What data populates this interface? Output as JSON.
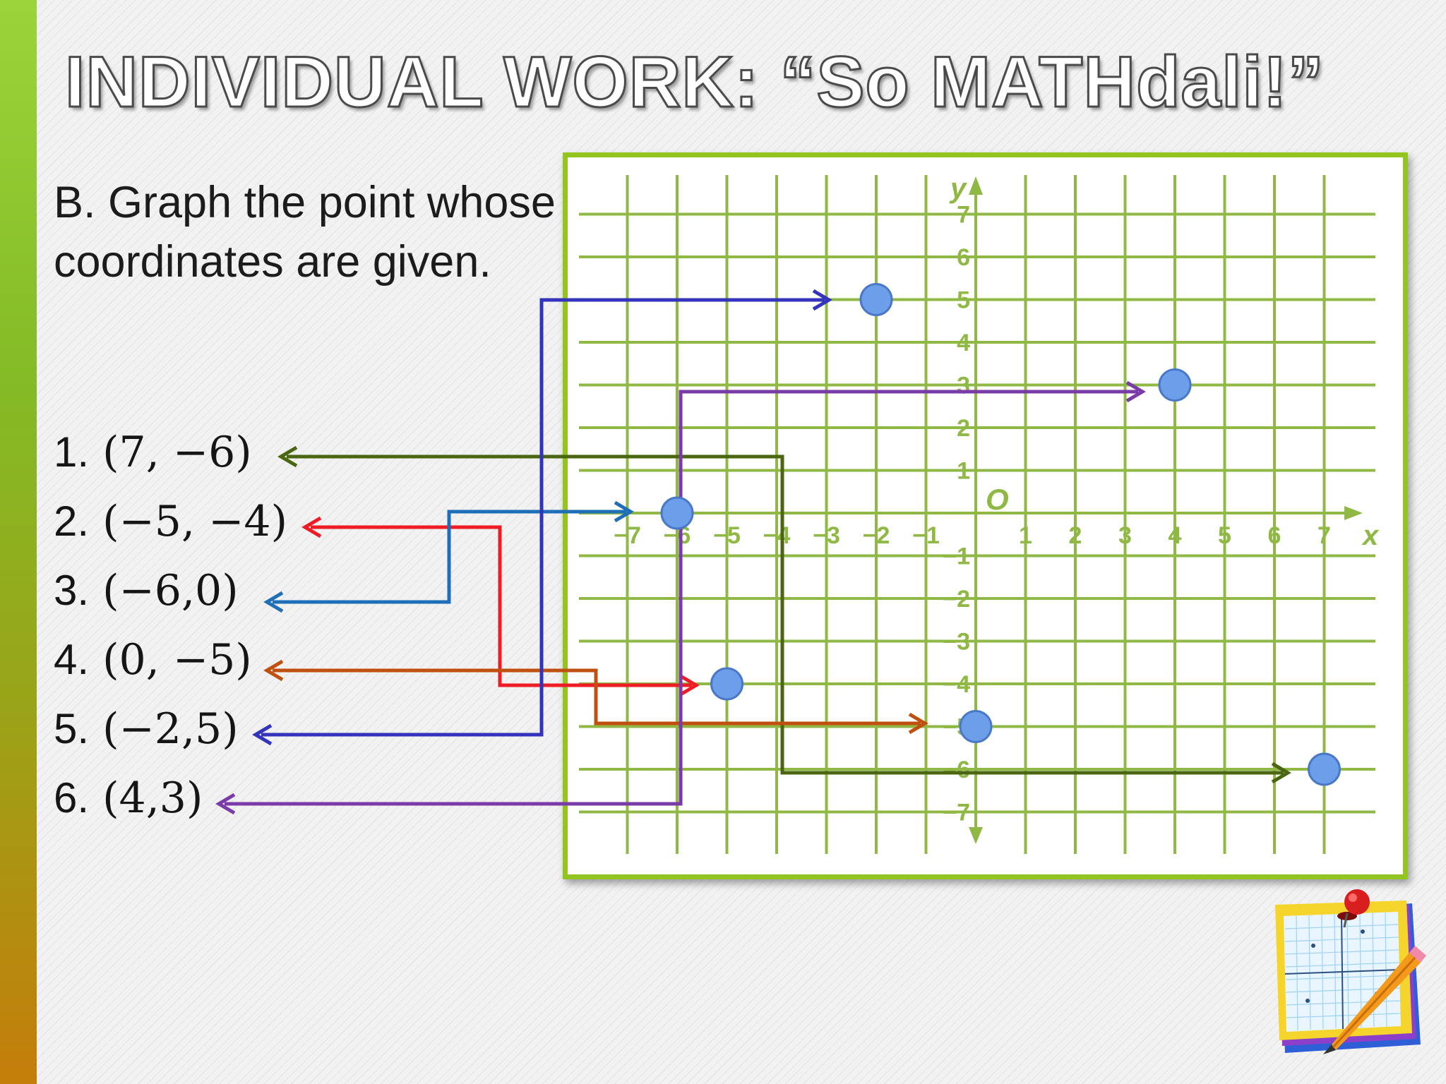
{
  "title": "INDIVIDUAL WORK: “So MATHdali!”",
  "instruction": "B. Graph the point whose coordinates are given.",
  "items": [
    {
      "number": "1.",
      "coords": "(7, −6)",
      "x": 7,
      "y": -6,
      "color": "#4a6611"
    },
    {
      "number": "2.",
      "coords": "(−5, −4)",
      "x": -5,
      "y": -4,
      "color": "#ee1c24"
    },
    {
      "number": "3.",
      "coords": "(−6,0)",
      "x": -6,
      "y": 0,
      "color": "#1f6fb8"
    },
    {
      "number": "4.",
      "coords": "(0, −5)",
      "x": 0,
      "y": -5,
      "color": "#c0500f"
    },
    {
      "number": "5.",
      "coords": "(−2,5)",
      "x": -2,
      "y": 5,
      "color": "#3333bb"
    },
    {
      "number": "6.",
      "coords": "(4,3)",
      "x": 4,
      "y": 3,
      "color": "#7a3aa8"
    }
  ],
  "graph": {
    "x_axis_label": "x",
    "y_axis_label": "y",
    "origin_label": "O",
    "x_ticks": [
      "−7",
      "−6",
      "−5",
      "−4",
      "−3",
      "−2",
      "−1",
      "1",
      "2",
      "3",
      "4",
      "5",
      "6",
      "7"
    ],
    "y_ticks": [
      "7",
      "6",
      "5",
      "4",
      "3",
      "2",
      "1",
      "−1",
      "−2",
      "−3",
      "−4",
      "−5",
      "−6",
      "−7"
    ],
    "grid_color": "#8fb845",
    "point_color": "#6d9eea"
  }
}
